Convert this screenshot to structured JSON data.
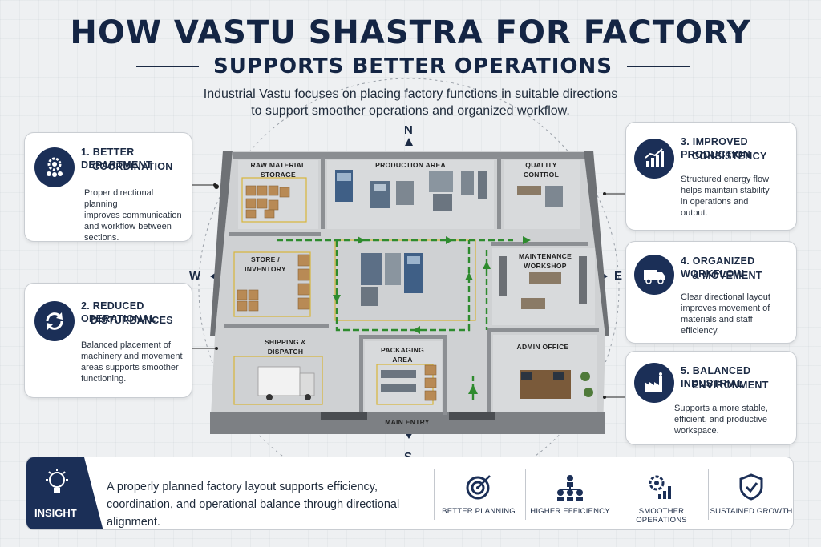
{
  "header": {
    "title_line1": "HOW VASTU SHASTRA FOR FACTORY",
    "title_line2": "SUPPORTS BETTER OPERATIONS",
    "subtitle_line1": "Industrial Vastu focuses on placing factory functions in suitable directions",
    "subtitle_line2": "to support smoother operations and organized workflow."
  },
  "compass": {
    "north": "N",
    "south": "S",
    "east": "E",
    "west": "W"
  },
  "cards": {
    "c1": {
      "title_line1": "1. BETTER DEPARTMENT",
      "title_line2": "COORDINATION",
      "body": [
        "Proper directional planning",
        "improves communication",
        "and workflow between",
        "sections."
      ],
      "icon": "gear-people-icon"
    },
    "c2": {
      "title_line1": "2. REDUCED OPERATIONAL",
      "title_line2": "DISTURBANCES",
      "body": [
        "Balanced placement of",
        "machinery and movement",
        "areas supports smoother",
        "functioning."
      ],
      "icon": "cycle-arrows-icon"
    },
    "c3": {
      "title_line1": "3. IMPROVED PRODUCTION",
      "title_line2": "CONSISTENCY",
      "body": [
        "Structured energy flow",
        "helps maintain stability",
        "in operations and",
        "output."
      ],
      "icon": "growth-chart-icon"
    },
    "c4": {
      "title_line1": "4. ORGANIZED WORKFLOW",
      "title_line2": "& MOVEMENT",
      "body": [
        "Clear directional layout",
        "improves movement of",
        "materials and staff",
        "efficiency."
      ],
      "icon": "delivery-truck-icon"
    },
    "c5": {
      "title_line1": "5. BALANCED INDUSTRIAL",
      "title_line2": "ENVIRONMENT",
      "body": [
        "Supports a more stable,",
        "efficient, and productive",
        "workspace."
      ],
      "icon": "factory-icon"
    }
  },
  "zones": {
    "raw_line1": "RAW MATERIAL",
    "raw_line2": "STORAGE",
    "production": "PRODUCTION AREA",
    "quality_line1": "QUALITY",
    "quality_line2": "CONTROL",
    "store_line1": "STORE /",
    "store_line2": "INVENTORY",
    "maint_line1": "MAINTENANCE",
    "maint_line2": "WORKSHOP",
    "ship_line1": "SHIPPING &",
    "ship_line2": "DISPATCH",
    "pack_line1": "PACKAGING",
    "pack_line2": "AREA",
    "admin": "ADMIN OFFICE",
    "entry": "MAIN ENTRY"
  },
  "insight": {
    "label": "INSIGHT",
    "text_line1": "A properly planned factory layout supports efficiency,",
    "text_line2": "coordination, and operational balance through directional alignment.",
    "features": [
      {
        "label": "BETTER PLANNING",
        "icon": "target-icon"
      },
      {
        "label": "HIGHER EFFICIENCY",
        "icon": "network-icon"
      },
      {
        "label": "SMOOTHER OPERATIONS",
        "icon": "gear-chart-icon"
      },
      {
        "label": "SUSTAINED GROWTH",
        "icon": "shield-check-icon"
      }
    ]
  },
  "colors": {
    "navy": "#1b2f57",
    "flow_green": "#2e8b2e",
    "card_border": "#c9cdd2"
  }
}
